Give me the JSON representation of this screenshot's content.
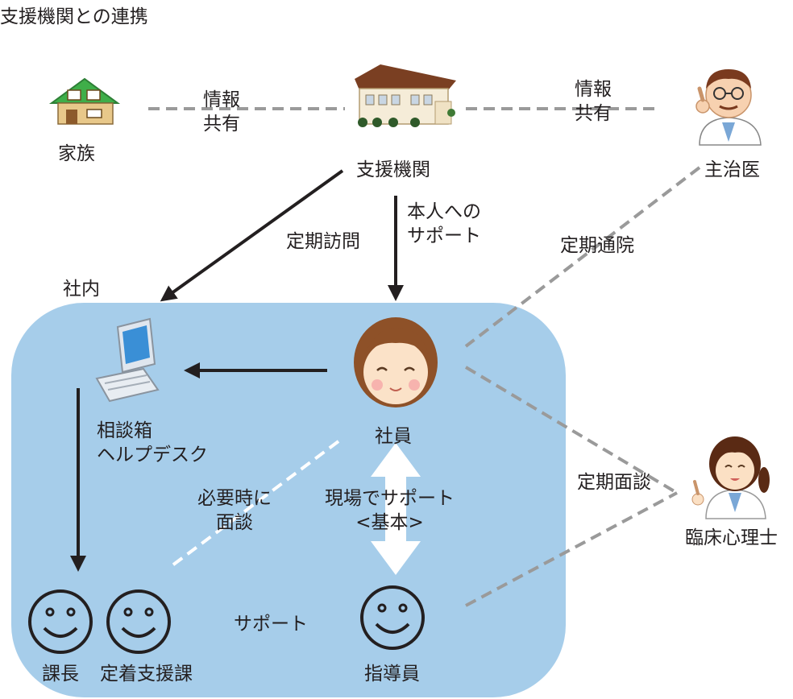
{
  "title": "支援機関との連携",
  "colors": {
    "company_area": "#a6cdea",
    "arrow": "#231f20",
    "dashed_gray": "#9a9a9a",
    "double_arrow": "#ffffff"
  },
  "nodes": {
    "family": {
      "label": "家族",
      "icon": "house-icon"
    },
    "support_agency": {
      "label": "支援機関",
      "icon": "facility-building-icon"
    },
    "doctor": {
      "label": "主治医",
      "icon": "doctor-icon"
    },
    "employee": {
      "label": "社員",
      "icon": "employee-woman-icon"
    },
    "consultation_box": {
      "label": "相談箱\nヘルプデスク",
      "icon": "computer-icon"
    },
    "section_chief": {
      "label": "課長",
      "icon": "smiley-icon"
    },
    "retention_support": {
      "label": "定着支援課",
      "icon": "smiley-icon"
    },
    "instructor": {
      "label": "指導員",
      "icon": "smiley-icon"
    },
    "psychologist": {
      "label": "臨床心理士",
      "icon": "psychologist-woman-icon"
    }
  },
  "region_label": "社内",
  "edges": {
    "info_share_left": "情報\n共有",
    "info_share_right": "情報\n共有",
    "regular_visit": "定期訪問",
    "support_self": "本人への\nサポート",
    "regular_hospital": "定期通院",
    "regular_interview": "定期面談",
    "interview_when_needed": "必要時に\n面談",
    "onsite_support": "現場でサポート\n<基本>",
    "support": "サポート"
  }
}
